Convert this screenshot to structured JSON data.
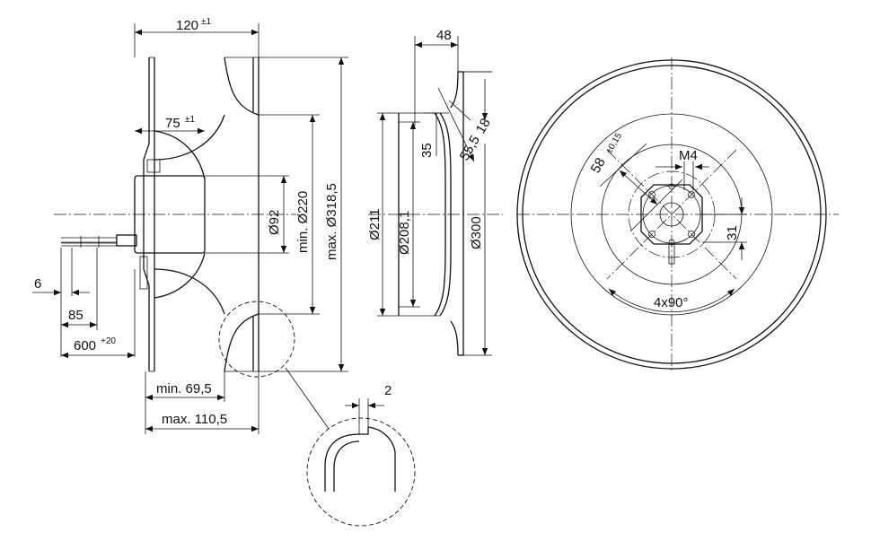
{
  "dimensions": {
    "width_120": "120",
    "width_120_tol": "±1",
    "depth_75": "75",
    "depth_75_tol": "±1",
    "dia_92": "Ø92",
    "dia_220": "min. Ø220",
    "dia_318": "max. Ø318,5",
    "lead_6": "6",
    "lead_85": "85",
    "lead_600": "600",
    "lead_600_tol": "+20",
    "min_695": "min. 69,5",
    "max_1105": "max. 110,5",
    "detail_2": "2",
    "inlet_48": "48",
    "inlet_18": "18",
    "inlet_35": "35",
    "inlet_555": "55,5",
    "dia_211": "Ø211",
    "dia_2081": "Ø208,1",
    "dia_300": "Ø300",
    "bolt_58": "58",
    "bolt_58_tol": "±0,15",
    "thread_m4": "M4",
    "offset_31": "31",
    "angle_4x90": "4x90°"
  },
  "colors": {
    "line": "#111111",
    "background": "#ffffff"
  }
}
